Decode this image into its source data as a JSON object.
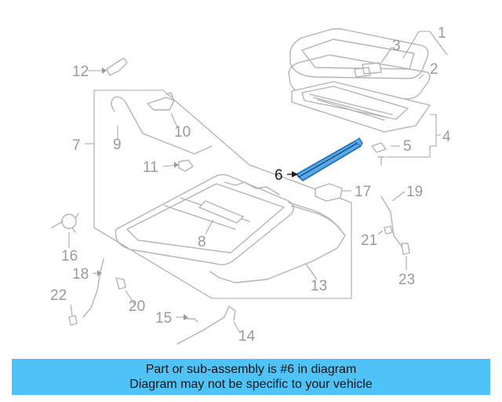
{
  "diagram": {
    "highlighted_part": "6",
    "highlight_color": "#1e6fb8",
    "callouts": [
      "1",
      "2",
      "3",
      "4",
      "5",
      "6",
      "7",
      "8",
      "9",
      "10",
      "11",
      "12",
      "13",
      "14",
      "15",
      "16",
      "17",
      "18",
      "19",
      "20",
      "21",
      "22",
      "23"
    ]
  },
  "banner": {
    "line1": "Part or sub-assembly is #6 in diagram",
    "line2": "Diagram may not be specific to your vehicle",
    "color": "#4fc3f7"
  }
}
